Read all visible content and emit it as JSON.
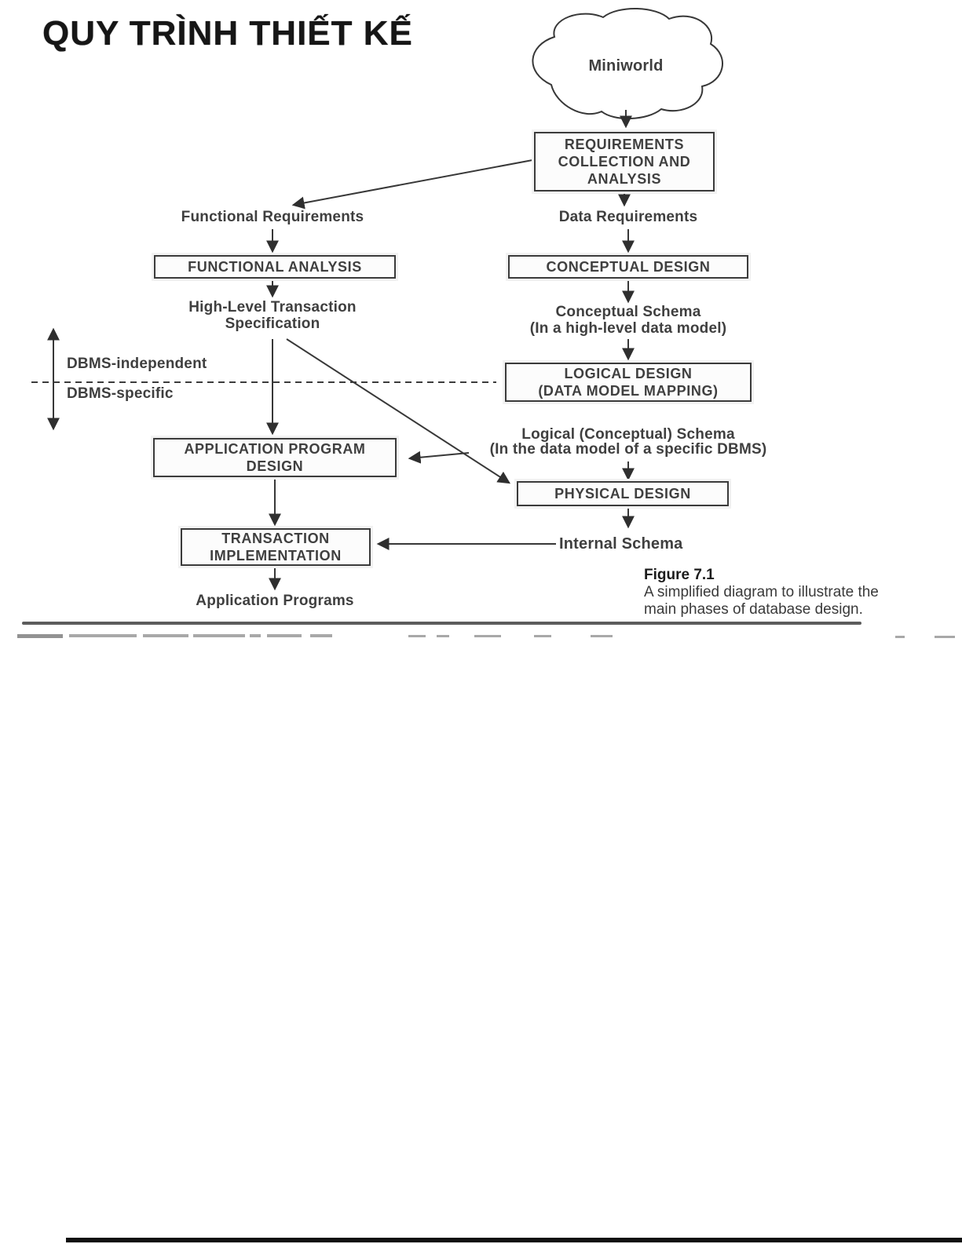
{
  "title": "QUY TRÌNH THIẾT KẾ",
  "diagram": {
    "miniworld_label": "Miniworld",
    "boxes": {
      "requirements": "REQUIREMENTS\nCOLLECTION AND\nANALYSIS",
      "functional_analysis": "FUNCTIONAL ANALYSIS",
      "conceptual_design": "CONCEPTUAL DESIGN",
      "logical_design": "LOGICAL DESIGN\n(DATA MODEL MAPPING)",
      "application_program_design": "APPLICATION PROGRAM\nDESIGN",
      "physical_design": "PHYSICAL DESIGN",
      "transaction_implementation": "TRANSACTION\nIMPLEMENTATION"
    },
    "labels": {
      "functional_requirements": "Functional Requirements",
      "data_requirements": "Data Requirements",
      "high_level_transaction_specification": "High-Level Transaction\nSpecification",
      "conceptual_schema": "Conceptual Schema\n(In a high-level data model)",
      "dbms_independent": "DBMS-independent",
      "dbms_specific": "DBMS-specific",
      "logical_schema": "Logical (Conceptual) Schema\n(In the data model of a specific DBMS)",
      "internal_schema": "Internal Schema",
      "application_programs": "Application Programs"
    }
  },
  "caption": {
    "label": "Figure 7.1",
    "line1": "A simplified diagram to illustrate the",
    "line2": "main phases of database design."
  },
  "colors": {
    "diagram_line": "#383838",
    "diagram_text": "#3f3f3f",
    "divider_rule": "#5c5c5c",
    "bottom_bar": "#101010"
  }
}
